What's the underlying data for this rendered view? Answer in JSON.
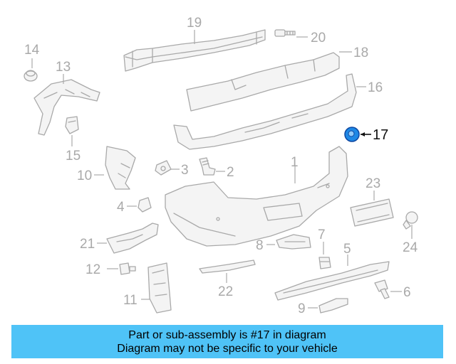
{
  "callouts": {
    "c1": "1",
    "c2": "2",
    "c3": "3",
    "c4": "4",
    "c5": "5",
    "c6": "6",
    "c7": "7",
    "c8": "8",
    "c9": "9",
    "c10": "10",
    "c11": "11",
    "c12": "12",
    "c13": "13",
    "c14": "14",
    "c15": "15",
    "c16": "16",
    "c17": "17",
    "c18": "18",
    "c19": "19",
    "c20": "20",
    "c21": "21",
    "c22": "22",
    "c23": "23",
    "c24": "24"
  },
  "highlighted_part": "17",
  "highlight_color": "#1e88e5",
  "notice": {
    "line1": "Part or sub-assembly is #17 in diagram",
    "line2": "Diagram may not be specific to your vehicle",
    "background": "#4fc3f7"
  }
}
